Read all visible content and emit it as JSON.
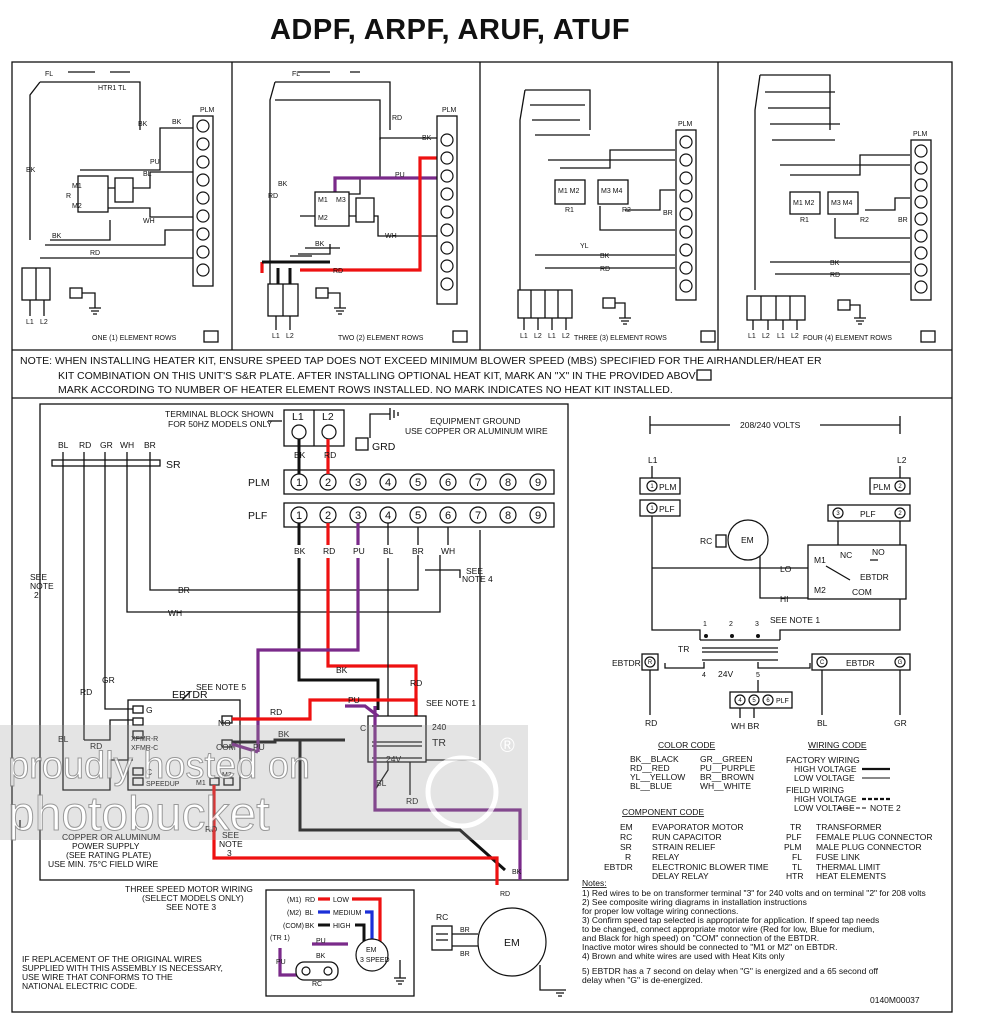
{
  "title": "ADPF, ARPF, ARUF, ATUF",
  "panels": [
    {
      "label": "ONE (1) ELEMENT ROWS"
    },
    {
      "label": "TWO (2) ELEMENT ROWS"
    },
    {
      "label": "THREE (3) ELEMENT ROWS"
    },
    {
      "label": "FOUR (4) ELEMENT ROWS"
    }
  ],
  "note_lines": [
    "NOTE: WHEN INSTALLING HEATER KIT, ENSURE SPEED TAP DOES NOT EXCEED MINIMUM BLOWER SPEED (MBS) SPECIFIED FOR THE AIRHANDLER/HEAT  ER",
    "KIT COMBINATION ON THIS UNIT'S S&R PLATE. AFTER INSTALLING OPTIONAL HEAT KIT, MARK AN \"X\" IN THE       PROVIDED ABOVE.",
    "MARK ACCORDING TO NUMBER OF HEATER ELEMENT ROWS INSTALLED. NO MARK INDICATES NO HEAT KIT INSTALLED."
  ],
  "main": {
    "terminal_block_note": [
      "TERMINAL BLOCK SHOWN",
      "FOR 50HZ MODELS ONLY"
    ],
    "ground_note": [
      "EQUIPMENT GROUND",
      "USE COPPER OR ALUMINUM WIRE"
    ],
    "grd": "GRD",
    "sr": "SR",
    "plm": "PLM",
    "plf": "PLF",
    "pins": [
      "1",
      "2",
      "3",
      "4",
      "5",
      "6",
      "7",
      "8",
      "9"
    ],
    "top_wires": [
      "BL",
      "RD",
      "GR",
      "WH",
      "BR"
    ],
    "plf_wires": [
      "BK",
      "RD",
      "PU",
      "BL",
      "BR",
      "WH"
    ],
    "l1": "L1",
    "l2": "L2",
    "bk": "BK",
    "rd": "RD",
    "br": "BR",
    "wh": "WH",
    "gr": "GR",
    "bl": "BL",
    "pu": "PU",
    "see_note_2": [
      "SEE",
      "NOTE",
      "2"
    ],
    "see_note_4": [
      "SEE",
      "NOTE 4"
    ],
    "see_note_5": "SEE NOTE 5",
    "see_note_1": "SEE NOTE 1",
    "see_note_3": [
      "SEE",
      "NOTE",
      "3"
    ],
    "ebtdr": "EBTDR",
    "ebtdr_terms": [
      "G",
      "XFMR-R",
      "XFMR-C",
      "C",
      "SPEEDUP",
      "NO",
      "COM",
      "M1",
      "M2"
    ],
    "tr": "TR",
    "tr_terms": [
      "C",
      "240",
      "24V"
    ],
    "power_supply_note": [
      "COPPER OR ALUMINUM",
      "POWER SUPPLY",
      "(SEE RATING PLATE)",
      "USE MIN. 75°C FIELD WIRE"
    ],
    "motor_title": [
      "THREE SPEED MOTOR WIRING",
      "(SELECT MODELS ONLY)",
      "SEE NOTE 3"
    ],
    "motor_rows": [
      {
        "tap": "(M1)",
        "wire": "RD",
        "speed": "LOW"
      },
      {
        "tap": "(M2)",
        "wire": "BL",
        "speed": "MEDIUM"
      },
      {
        "tap": "(COM)",
        "wire": "BK",
        "speed": "HIGH"
      },
      {
        "tap": "(TR 1)",
        "wire": "PU",
        "speed": ""
      }
    ],
    "em": "EM",
    "em3": [
      "EM",
      "3 SPEED"
    ],
    "rc": "RC",
    "replacement_note": [
      "IF REPLACEMENT OF THE ORIGINAL WIRES",
      "SUPPLIED WITH THIS ASSEMBLY IS NECESSARY,",
      "USE WIRE THAT CONFORMS TO THE",
      "NATIONAL ELECTRIC CODE."
    ]
  },
  "ladder": {
    "voltage": "208/240 VOLTS",
    "l1": "L1",
    "l2": "L2",
    "plm": "PLM",
    "plf": "PLF",
    "rc": "RC",
    "em": "EM",
    "lo": "LO",
    "hi": "HI",
    "m1": "M1",
    "m2": "M2",
    "nc": "NC",
    "no": "NO",
    "ebtdr": "EBTDR",
    "com": "COM",
    "tr": "TR",
    "see_note_1": "SEE NOTE 1",
    "v24": "24V",
    "pins_top": [
      "1",
      "2",
      "3"
    ],
    "pins_bottom": [
      "4",
      "5"
    ],
    "r": "R",
    "c": "C",
    "g": "G",
    "rd": "RD",
    "bl": "BL",
    "gr": "GR",
    "wh_br": "WH BR",
    "plf_pins": [
      "4",
      "5",
      "6"
    ]
  },
  "color_code": {
    "title": "COLOR CODE",
    "items": [
      "BK__BLACK",
      "GR__GREEN",
      "RD__RED",
      "PU__PURPLE",
      "YL__YELLOW",
      "BR__BROWN",
      "BL__BLUE",
      "WH__WHITE"
    ]
  },
  "wiring_code": {
    "title": "WIRING CODE",
    "lines": [
      "FACTORY WIRING",
      "HIGH VOLTAGE",
      "LOW VOLTAGE",
      "FIELD WIRING",
      "HIGH VOLTAGE",
      "LOW VOLTAGE"
    ],
    "note2": "NOTE 2"
  },
  "component_code": {
    "title": "COMPONENT CODE",
    "left": [
      [
        "EM",
        "EVAPORATOR MOTOR"
      ],
      [
        "RC",
        "RUN CAPACITOR"
      ],
      [
        "SR",
        "STRAIN RELIEF"
      ],
      [
        "R",
        "RELAY"
      ],
      [
        "EBTDR",
        "ELECTRONIC BLOWER TIME"
      ],
      [
        "",
        "DELAY RELAY"
      ]
    ],
    "right": [
      [
        "TR",
        "TRANSFORMER"
      ],
      [
        "PLF",
        "FEMALE PLUG CONNECTOR"
      ],
      [
        "PLM",
        "MALE PLUG CONNECTOR"
      ],
      [
        "FL",
        "FUSE LINK"
      ],
      [
        "TL",
        "THERMAL LIMIT"
      ],
      [
        "HTR",
        "HEAT ELEMENTS"
      ]
    ]
  },
  "notes": {
    "title": "Notes:",
    "lines": [
      "1) Red wires to be on transformer terminal \"3\" for 240 volts and on terminal \"2\" for 208 volts",
      "2) See composite wiring diagrams in installation instructions",
      "    for proper low voltage wiring connections.",
      "3) Confirm speed tap selected is appropriate for application. If speed tap needs",
      "    to be changed, connect appropriate motor wire (Red for low, Blue for medium,",
      "    and Black for high speed) on \"COM\" connection of the EBTDR.",
      "    Inactive motor wires should be connected to \"M1 or M2\" on EBTDR.",
      "4) Brown and white wires are used with Heat Kits only",
      "5) EBTDR has a 7 second on delay when \"G\" is energized and a 65 second off",
      "    delay when \"G\" is de-energized."
    ]
  },
  "part_number": "0140M00037",
  "watermark": {
    "line1": "proudly hosted on",
    "line2": "photobucket",
    "reg": "®",
    "color": "#8a8a8a"
  },
  "accent_colors": {
    "red_wire": "#e11111",
    "purple_wire": "#7a2a8a",
    "blue_wire": "#1b2fd8"
  }
}
